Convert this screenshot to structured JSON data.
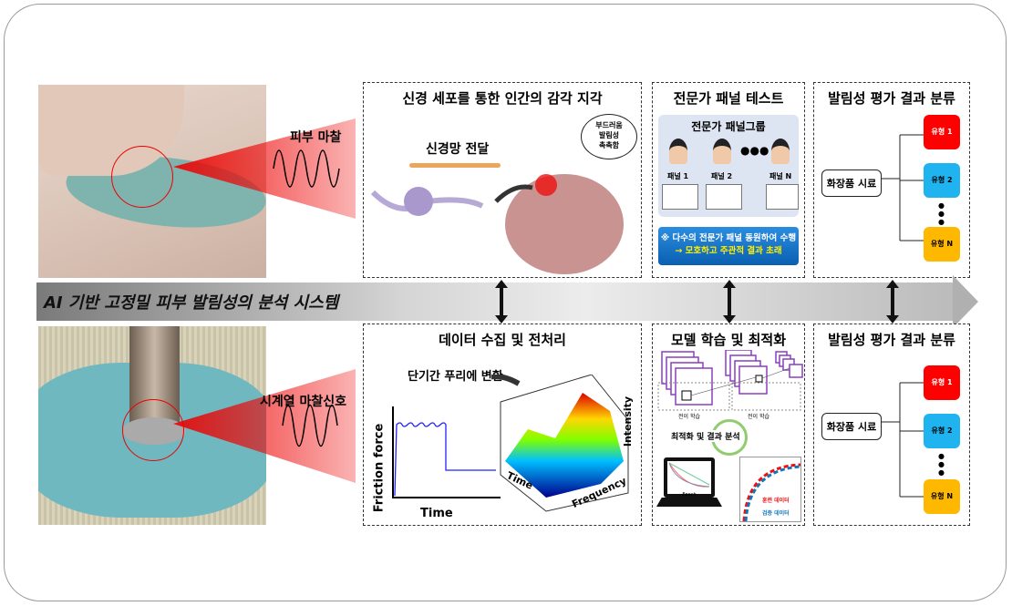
{
  "band_title": "AI 기반 고정밀 피부 발림성의 분석 시스템",
  "left": {
    "top_label": "피부 마찰",
    "bottom_label": "시계열 마찰신호"
  },
  "top": {
    "perception": {
      "title": "신경 세포를 통한 인간의  감각 지각",
      "nerve_label": "신경망 전달",
      "thought": [
        "부드러움",
        "발림성",
        "촉촉함"
      ]
    },
    "panel": {
      "title": "전문가 패널 테스트",
      "group": "전문가 패널그룹",
      "panels": [
        "패널 1",
        "패널 2",
        "패널 N"
      ],
      "note1": "※ 다수의 전문가 패널 동원하여 수행",
      "note2": "→ 모호하고 주관적 결과 초래"
    },
    "classify": {
      "title": "발림성 평가 결과 분류",
      "sample": "화장품 시료",
      "types": [
        "유형 1",
        "유형 2",
        "유형 N"
      ],
      "colors": [
        "#ff0000",
        "#1fb4f0",
        "#ffb800"
      ]
    }
  },
  "bottom": {
    "data": {
      "title": "데이터 수집 및 전처리",
      "stft": "단기간 푸리에 변환",
      "ylabel": "Friction force",
      "xlabel": "Time",
      "axes3d": [
        "Time",
        "Frequency",
        "Intensity"
      ]
    },
    "model": {
      "title": "모델 학습 및 최적화",
      "transfer": "전이 학습",
      "cycle": "최적화 및 결과 분석",
      "epoch": "Epoch",
      "train": "훈련 데이터",
      "valid": "검증 데이터"
    },
    "classify": {
      "title": "발림성 평가 결과 분류",
      "sample": "화장품 시료",
      "types": [
        "유형 1",
        "유형 2",
        "유형 N"
      ]
    }
  }
}
